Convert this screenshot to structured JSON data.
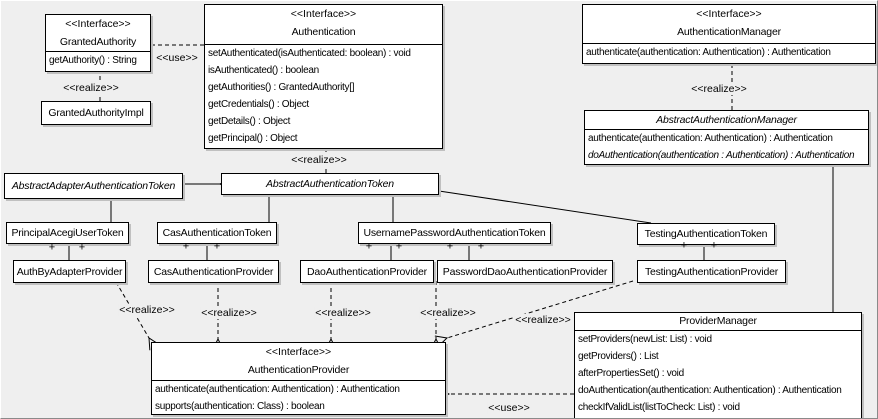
{
  "stereotypes": {
    "interface": "<<Interface>>",
    "realize": "<<realize>>",
    "use": "<<use>>",
    "plus": "+"
  },
  "classes": {
    "granted_authority": {
      "stereotype": "<<Interface>>",
      "name": "GrantedAuthority",
      "methods": [
        "getAuthority() : String"
      ]
    },
    "granted_authority_impl": {
      "name": "GrantedAuthorityImpl"
    },
    "authentication": {
      "stereotype": "<<Interface>>",
      "name": "Authentication",
      "methods": [
        "setAuthenticated(isAuthenticated: boolean) : void",
        "isAuthenticated() : boolean",
        "getAuthorities() : GrantedAuthority[]",
        "getCredentials() : Object",
        "getDetails() : Object",
        "getPrincipal() : Object"
      ]
    },
    "authentication_manager": {
      "stereotype": "<<Interface>>",
      "name": "AuthenticationManager",
      "methods": [
        "authenticate(authentication: Authentication) : Authentication"
      ]
    },
    "abstract_authentication_manager": {
      "name": "AbstractAuthenticationManager",
      "methods": [
        "authenticate(authentication: Authentication) : Authentication",
        "doAuthentication(authentication : Authentication) : Authentication"
      ]
    },
    "abstract_adapter_authentication_token": {
      "name": "AbstractAdapterAuthenticationToken"
    },
    "abstract_authentication_token": {
      "name": "AbstractAuthenticationToken"
    },
    "principal_acegi_user_token": {
      "name": "PrincipalAcegiUserToken"
    },
    "cas_authentication_token": {
      "name": "CasAuthenticationToken"
    },
    "username_password_authentication_token": {
      "name": "UsernamePasswordAuthenticationToken"
    },
    "testing_authentication_token": {
      "name": "TestingAuthenticationToken"
    },
    "auth_by_adapter_provider": {
      "name": "AuthByAdapterProvider"
    },
    "cas_authentication_provider": {
      "name": "CasAuthenticationProvider"
    },
    "dao_authentication_provider": {
      "name": "DaoAuthenticationProvider"
    },
    "password_dao_authentication_provider": {
      "name": "PasswordDaoAuthenticationProvider"
    },
    "testing_authentication_provider": {
      "name": "TestingAuthenticationProvider"
    },
    "authentication_provider": {
      "stereotype": "<<Interface>>",
      "name": "AuthenticationProvider",
      "methods": [
        "authenticate(authentication: Authentication) : Authentication",
        "supports(authentication: Class) : boolean"
      ]
    },
    "provider_manager": {
      "name": "ProviderManager",
      "methods": [
        "setProviders(newList: List) : void",
        "getProviders() : List",
        "afterPropertiesSet() : void",
        "doAuthentication(authentication: Authentication) : Authentication",
        "checkIfValidList(listToCheck: List) : void"
      ]
    }
  },
  "colors": {
    "background": "#efefef",
    "box_fill": "#ffffff",
    "line": "#000000",
    "shadow": "#c0c0c0"
  }
}
